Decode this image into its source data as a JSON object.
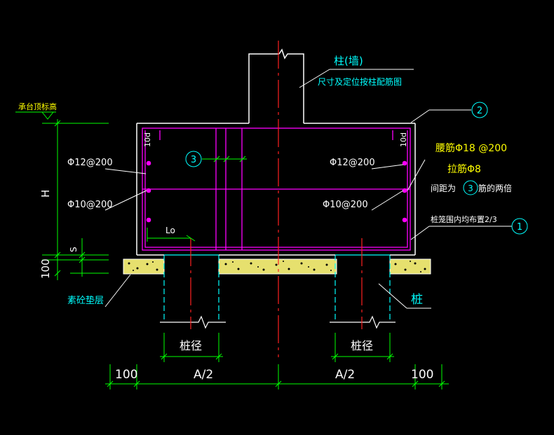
{
  "colors": {
    "background": "#000000",
    "white": "#ffffff",
    "magenta": "#ff00ff",
    "red": "#ff2020",
    "green": "#00ff00",
    "cyan": "#00ffff",
    "yellow": "#ffff00",
    "gravel": "#e6e06e"
  },
  "labels": {
    "column_title": "柱(墙)",
    "column_note": "尺寸及定位按柱配筋图",
    "cap_top_elevation": "承台顶标高",
    "dim_h": "H",
    "dim_s": "S",
    "dim_100_left": "100",
    "top_bar_left": "Φ12@200",
    "mid_bar_left": "Φ10@200",
    "top_bar_right": "Φ12@200",
    "mid_bar_right": "Φ10@200",
    "hook_left": "10d",
    "hook_right": "10d",
    "waist_bar": "腰筋Φ18 @200",
    "tie_bar": "拉筋Φ8",
    "spacing_note_prefix": "间距为",
    "spacing_note_suffix": "筋的两倍",
    "pile_cage_note": "桩笼围内均布置2/3",
    "anchor_lo": "Lo",
    "bedding_layer": "素砼垫层",
    "pile": "桩",
    "pile_dia_left": "桩径",
    "pile_dia_right": "桩径",
    "dim_100_bottom_left": "100",
    "dim_a2_left": "A/2",
    "dim_a2_right": "A/2",
    "dim_100_bottom_right": "100"
  },
  "callouts": {
    "one": "1",
    "two": "2",
    "three": "3",
    "three_note": "3"
  }
}
